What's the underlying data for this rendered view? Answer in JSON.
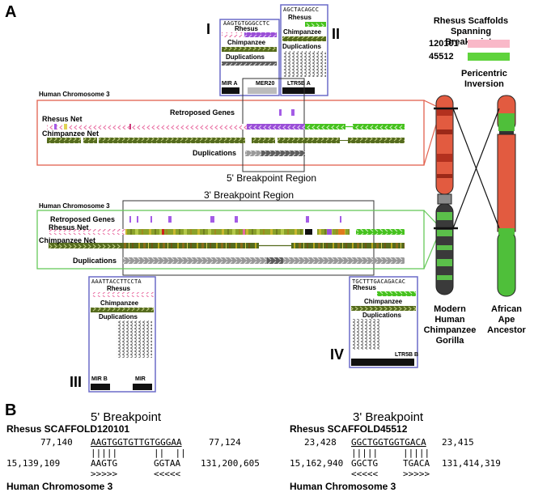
{
  "panel_a": {
    "label": "A",
    "legend": {
      "title_line1": "Rhesus Scaffolds",
      "title_line2": "Spanning Breakpoints",
      "items": [
        {
          "name": "120101",
          "color": "#f9b8c8"
        },
        {
          "name": "45512",
          "color": "#5fd33c"
        }
      ]
    },
    "track_colors": {
      "rhesus_pink": "#f6b3c6",
      "rhesus_purple": "#9b4fd8",
      "rhesus_green": "#46c21f",
      "chimp_olive": "#556b1e",
      "dup_gray": "#9a9a9a",
      "retro_purple": "#a45ce6",
      "red_outline": "#e2614e",
      "green_outline": "#67c95b",
      "blue_box": "#6b6bc9"
    },
    "top_region": {
      "chromosome_label": "Human Chromosome 3",
      "retroposed_label": "Retroposed Genes",
      "rhesus_label": "Rhesus Net",
      "chimp_label": "Chimpanzee Net",
      "dup_label": "Duplications",
      "region_title": "5' Breakpoint Region"
    },
    "bottom_region": {
      "region_title": "3' Breakpoint Region",
      "chromosome_label": "Human Chromosome 3",
      "retroposed_label": "Retroposed Genes",
      "rhesus_label": "Rhesus Net",
      "chimp_label": "Chimpanzee Net",
      "dup_label": "Duplications"
    },
    "insets": [
      {
        "numeral": "I",
        "sequence": "AAGTGTGGGCCTC",
        "rhesus": "Rhesus",
        "chimp": "Chimpanzee",
        "dup": "Duplications",
        "rep_left": "MIR_A",
        "rep_right": "MER20"
      },
      {
        "numeral": "II",
        "sequence": "AGCTACAGCC",
        "rhesus": "Rhesus",
        "chimp": "Chimpanzee",
        "dup": "Duplications",
        "rep_left": "LTR5B_A"
      },
      {
        "numeral": "III",
        "sequence": "AAATTACCTTCCTA",
        "rhesus": "Rhesus",
        "chimp": "Chimpanzee",
        "dup": "Duplications",
        "rep_left": "MIR_B",
        "rep_right": "MIR"
      },
      {
        "numeral": "IV",
        "sequence": "TGCTTTGACAGACAC",
        "rhesus": "Rhesus",
        "chimp": "Chimpanzee",
        "dup": "Duplications",
        "rep_left": "LTR5B_B"
      }
    ],
    "inversion_label_line1": "Pericentric",
    "inversion_label_line2": "Inversion",
    "modern_label": [
      "Modern",
      "Human",
      "Chimpanzee",
      "Gorilla"
    ],
    "ancestor_label": [
      "African",
      "Ape",
      "Ancestor"
    ]
  },
  "panel_b": {
    "label": "B",
    "left": {
      "title": "5' Breakpoint",
      "scaffold": "Rhesus SCAFFOLD120101",
      "start": "77,140",
      "seq": "AAGTGGTGTTGTGGGAA",
      "end": "77,124",
      "bars_left": "|||||",
      "bars_right": "||  ||",
      "hstart": "15,139,109",
      "hseq_left": "AAGTG",
      "hseq_right": "GGTAA",
      "hend": "131,200,605",
      "arrows_left": ">>>>>",
      "arrows_right": "<<<<<",
      "chrom": "Human Chromosome 3"
    },
    "right": {
      "title": "3' Breakpoint",
      "scaffold": "Rhesus SCAFFOLD45512",
      "start": "23,428",
      "seq": "GGCTGGTGGTGACA",
      "end": "23,415",
      "bars_left": "|||||",
      "bars_right": "|||||",
      "hstart": "15,162,940",
      "hseq_left": "GGCTG",
      "hseq_right": "TGACA",
      "hend": "131,414,319",
      "arrows_left": "<<<<<",
      "arrows_right": ">>>>>",
      "chrom": "Human Chromosome 3"
    }
  }
}
